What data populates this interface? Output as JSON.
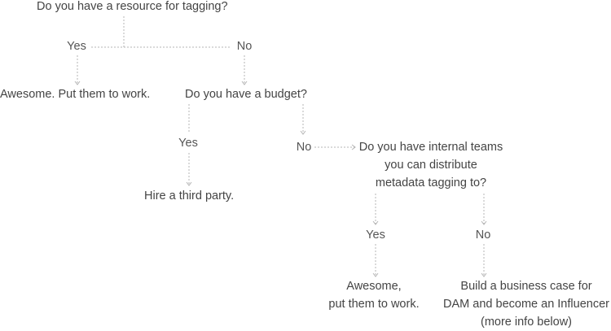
{
  "flowchart": {
    "q1": "Do you have a resource for tagging?",
    "q1_yes": "Yes",
    "q1_no": "No",
    "a_put_to_work": "Awesome. Put them to work.",
    "q2": "Do you have a budget?",
    "q2_yes": "Yes",
    "q2_no": "No",
    "a_hire": "Hire a third party.",
    "q3_lines": [
      "Do you have internal teams",
      "you can distribute",
      "metadata tagging to?"
    ],
    "q3_yes": "Yes",
    "q3_no": "No",
    "a_awesome_lines": [
      "Awesome,",
      "put them to work."
    ],
    "a_business_case_lines": [
      "Build a business case for",
      "DAM and become an Influencer",
      "(more info below)"
    ]
  },
  "colors": {
    "text": "#444444",
    "connector": "#b5b5b5",
    "background": "#ffffff"
  }
}
